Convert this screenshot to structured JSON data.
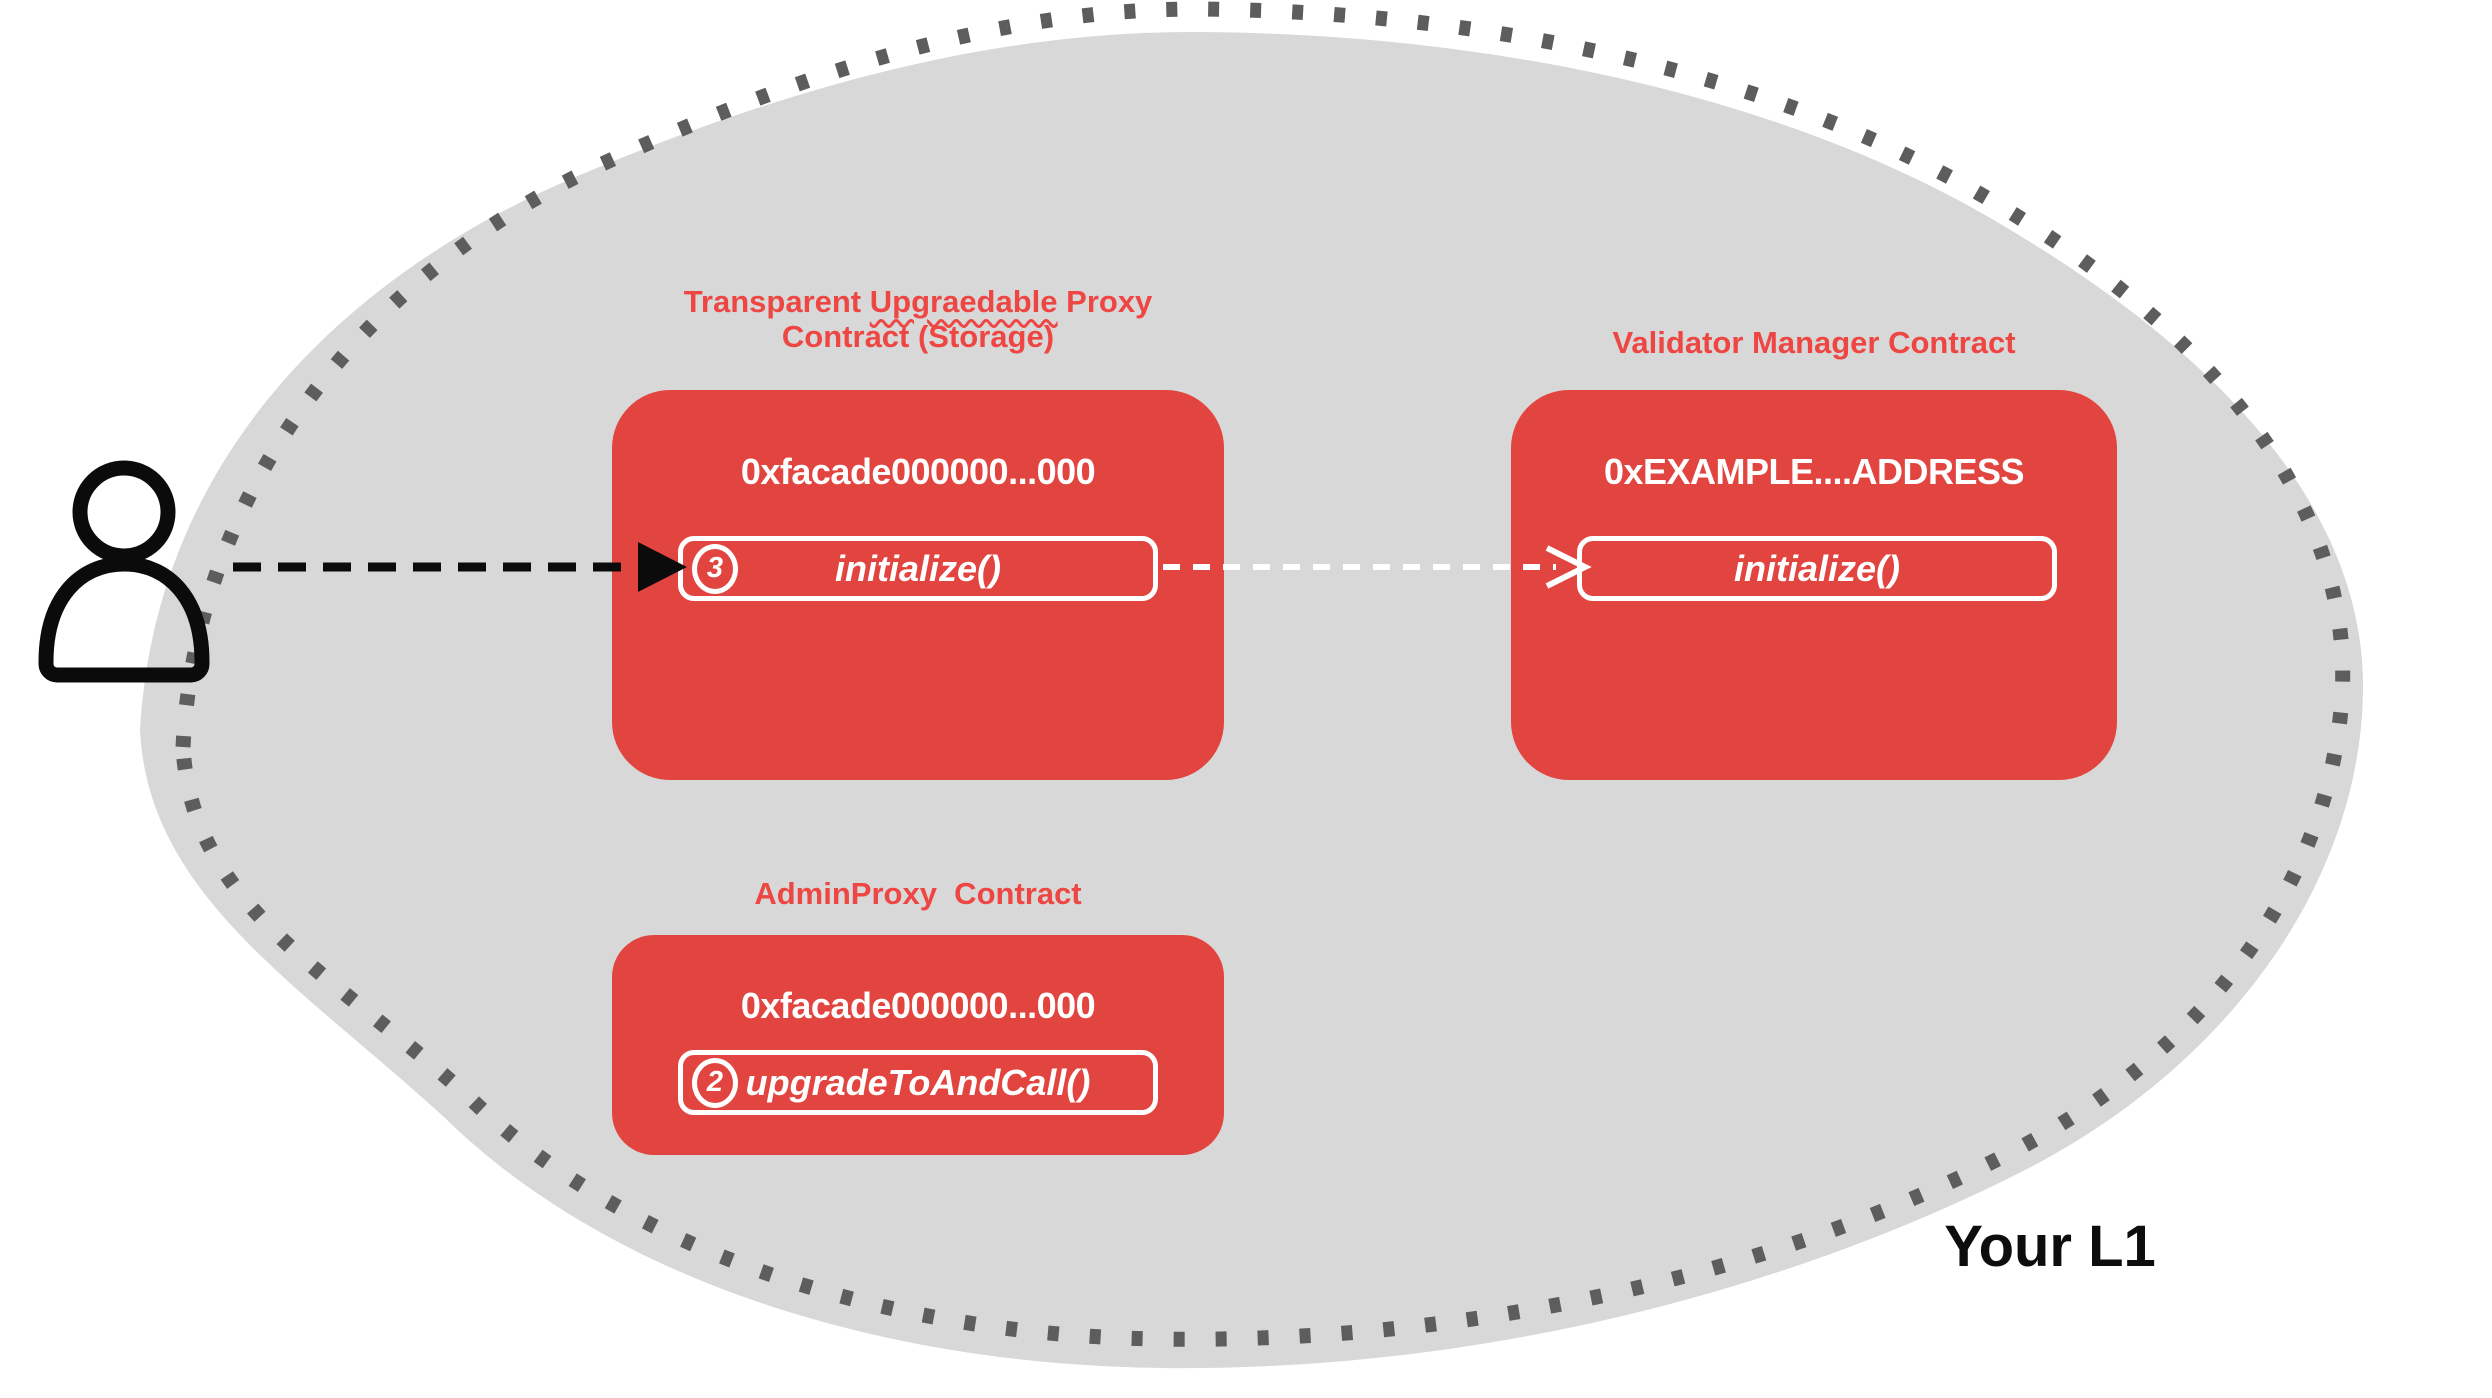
{
  "scene": {
    "region_label": "Your L1"
  },
  "colors": {
    "box_red": "#e2453f",
    "title_red": "#ed4643",
    "blob_gray": "#d8d8d8",
    "dot_gray": "#5d5d5d"
  },
  "proxy_contract": {
    "title_pre": "Transparent ",
    "title_misspelled": "Upgraedable",
    "title_post": " Proxy",
    "title_line2": "Contract (Storage)",
    "address": "0xfacade000000...000",
    "step_badge": "3",
    "method_label": "initialize()"
  },
  "validator_contract": {
    "title": "Validator Manager Contract",
    "address": "0xEXAMPLE....ADDRESS",
    "method_label": "initialize()"
  },
  "admin_contract": {
    "title": "AdminProxy  Contract",
    "address": "0xfacade000000...000",
    "step_badge": "2",
    "method_label": "upgradeToAndCall()"
  }
}
